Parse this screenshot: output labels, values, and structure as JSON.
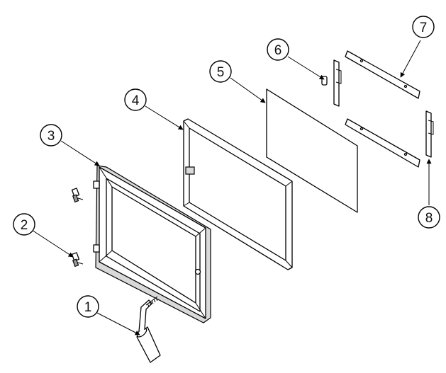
{
  "callouts": [
    {
      "id": "callout-1",
      "label": "1"
    },
    {
      "id": "callout-2",
      "label": "2"
    },
    {
      "id": "callout-3",
      "label": "3"
    },
    {
      "id": "callout-4",
      "label": "4"
    },
    {
      "id": "callout-5",
      "label": "5"
    },
    {
      "id": "callout-6",
      "label": "6"
    },
    {
      "id": "callout-7",
      "label": "7"
    },
    {
      "id": "callout-8",
      "label": "8"
    }
  ],
  "colors": {
    "line": "#000000",
    "background": "#ffffff",
    "shade": "#d9d9d9"
  }
}
